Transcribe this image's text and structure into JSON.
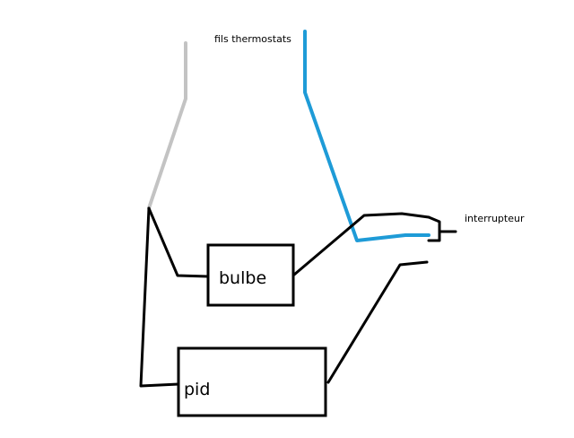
{
  "labels": {
    "thermostat_wires": "fils thermostats",
    "switch": "interrupteur",
    "bulb_box": "bulbe",
    "pid_box": "pid"
  },
  "colors": {
    "background": "#ffffff",
    "black_wire": "#000000",
    "grey_wire": "#c3c3c3",
    "blue_wire": "#1e9bd7",
    "box_stroke": "#000000"
  }
}
